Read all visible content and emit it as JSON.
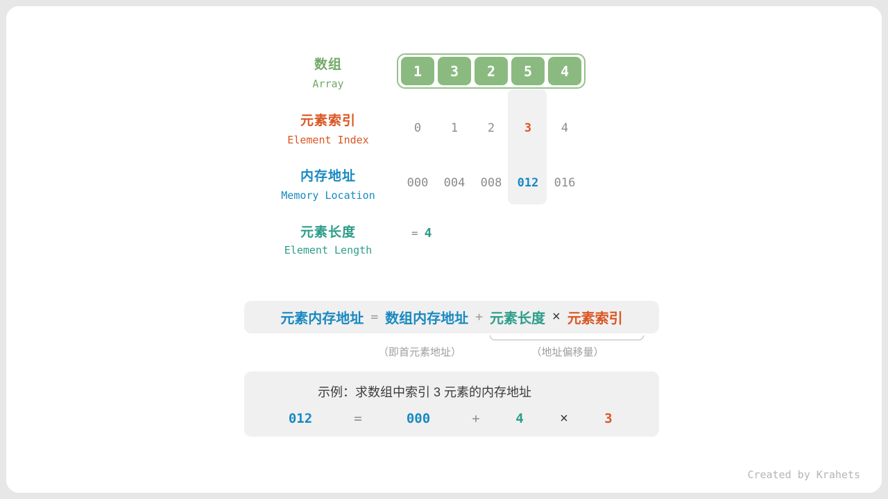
{
  "colors": {
    "array_green": "#8bba80",
    "label_green": "#72a967",
    "index_orange": "#d95622",
    "memory_blue": "#1889c1",
    "length_teal": "#2d9d8a",
    "muted_gray": "#8b8b8b",
    "box_gray": "#f0f0f0"
  },
  "rows": {
    "array": {
      "label_zh": "数组",
      "label_en": "Array",
      "values": [
        "1",
        "3",
        "2",
        "5",
        "4"
      ]
    },
    "index": {
      "label_zh": "元素索引",
      "label_en": "Element Index",
      "values": [
        "0",
        "1",
        "2",
        "3",
        "4"
      ],
      "highlighted": "3"
    },
    "memory": {
      "label_zh": "内存地址",
      "label_en": "Memory Location",
      "values": [
        "000",
        "004",
        "008",
        "012",
        "016"
      ],
      "highlighted": "012"
    },
    "length": {
      "label_zh": "元素长度",
      "label_en": "Element Length",
      "equals": "=",
      "value": "4"
    }
  },
  "formula": {
    "result": "元素内存地址",
    "eq": "=",
    "base": "数组内存地址",
    "plus": "+",
    "length": "元素长度",
    "times": "×",
    "index": "元素索引",
    "annotation_base": "（即首元素地址）",
    "annotation_offset": "（地址偏移量）"
  },
  "example": {
    "title": "示例：求数组中索引 3 元素的内存地址",
    "result": "012",
    "eq": "=",
    "base": "000",
    "plus": "+",
    "length": "4",
    "times": "×",
    "index": "3"
  },
  "footer": "Created by Krahets"
}
